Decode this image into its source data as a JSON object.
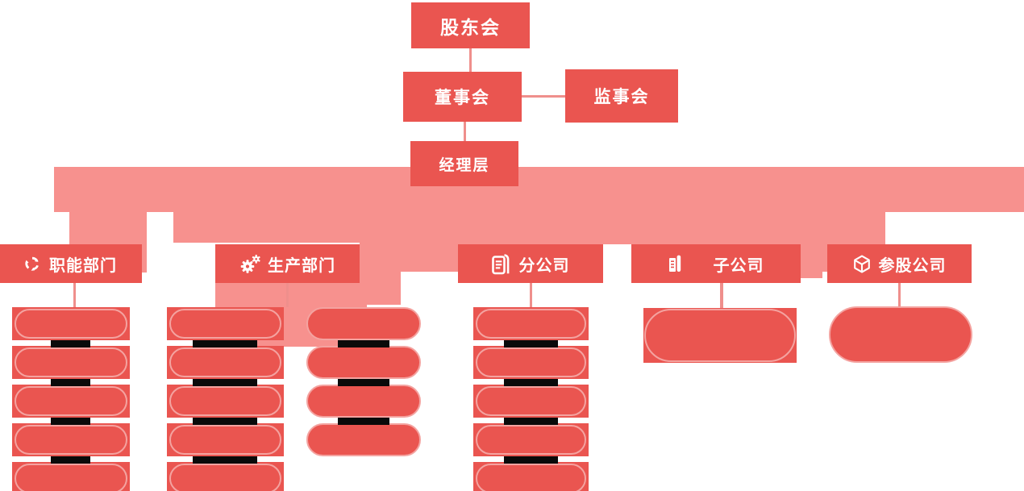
{
  "org_chart": {
    "governance": {
      "shareholders_meeting": "股东会",
      "board_of_directors": "董事会",
      "supervisory_board": "监事会",
      "management_team": "经理层"
    },
    "departments": [
      {
        "label": "职能部门",
        "icon": "circular-arrows-icon",
        "placeholder_columns": [
          5
        ]
      },
      {
        "label": "生产部门",
        "icon": "gears-icon",
        "placeholder_columns": [
          5,
          4
        ]
      },
      {
        "label": "分公司",
        "icon": "branch-building-icon",
        "placeholder_columns": [
          5
        ]
      },
      {
        "label": "子公司",
        "icon": "building-icon",
        "placeholder_columns": [
          1
        ]
      },
      {
        "label": "参股公司",
        "icon": "cube-icon",
        "placeholder_columns": [
          1
        ]
      }
    ],
    "colors": {
      "node_red": "#ea5550",
      "connector_pink": "#f7918e",
      "pill_outline_pink": "#f4a3a0",
      "line_pink": "#ef8f8c",
      "redaction_black": "#0a0a0a",
      "text_white": "#ffffff"
    }
  }
}
